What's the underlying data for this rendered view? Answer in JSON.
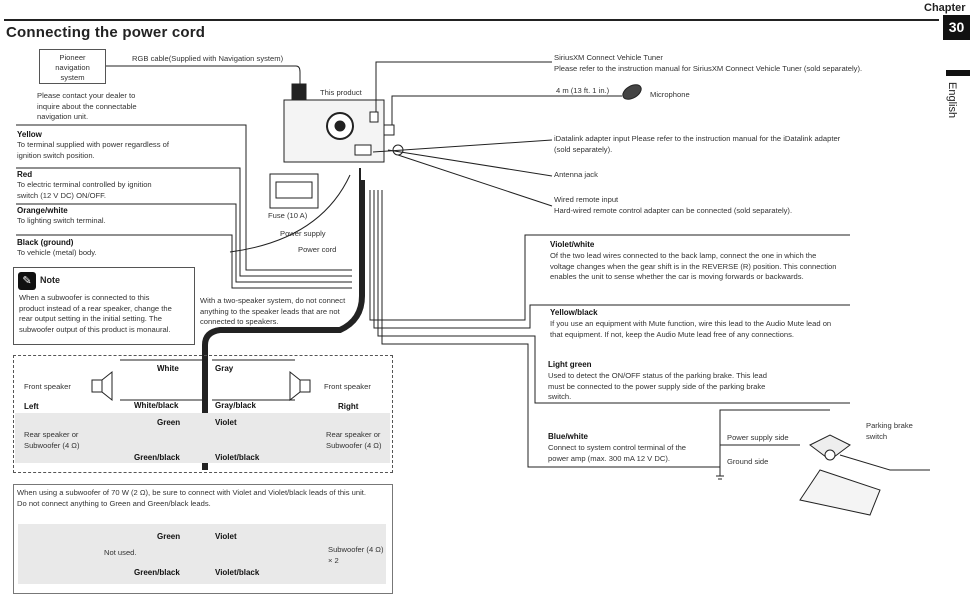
{
  "header": {
    "title": "Connecting the power cord",
    "chapter_label": "Chapter",
    "chapter_number": "30",
    "language": "English"
  },
  "nav_system": {
    "box_label": "Pioneer\nnavigation\nsystem",
    "cable_label": "RGB cable(Supplied with Navigation system)",
    "dealer_note": "Please contact your dealer to\ninquire about the connectable\nnavigation unit."
  },
  "product": {
    "this_product": "This product",
    "fuse": "Fuse (10 A)",
    "power_supply": "Power supply",
    "power_cord": "Power cord"
  },
  "left_leads": [
    {
      "name": "Yellow",
      "desc": "To terminal supplied with power regardless of\nignition switch position."
    },
    {
      "name": "Red",
      "desc": "To electric terminal controlled by ignition\nswitch (12 V DC) ON/OFF."
    },
    {
      "name": "Orange/white",
      "desc": "To lighting switch terminal."
    },
    {
      "name": "Black (ground)",
      "desc": "To vehicle (metal) body."
    }
  ],
  "note": {
    "title": "Note",
    "text": "When a subwoofer is connected to this\nproduct instead of a rear speaker, change the\nrear output setting in the initial setting. The\nsubwoofer output of this product is monaural."
  },
  "two_speaker_note": "With a two-speaker system, do not connect\nanything to the speaker leads that are not\nconnected to speakers.",
  "top_right": {
    "siriusxm_title": "SiriusXM Connect Vehicle Tuner",
    "siriusxm_desc": "Please refer to the instruction manual for SiriusXM Connect Vehicle Tuner (sold separately).",
    "mic_length": "4 m (13 ft. 1 in.)",
    "microphone": "Microphone",
    "idatalink": "iDatalink adapter input Please refer to the instruction manual for the iDatalink adapter\n(sold separately).",
    "antenna": "Antenna jack",
    "wired_remote_title": "Wired remote input",
    "wired_remote_desc": "Hard-wired remote control adapter can be connected (sold separately)."
  },
  "right_leads": [
    {
      "name": "Violet/white",
      "desc": "Of the two lead wires connected to the back lamp, connect the one in which the\nvoltage changes when the gear shift is in the REVERSE (R) position. This connection\nenables the unit to sense whether the car is moving forwards or backwards."
    },
    {
      "name": "Yellow/black",
      "desc": "If you use an equipment with Mute function, wire this lead to the Audio Mute lead on\nthat equipment. If not, keep the Audio Mute lead free of any connections."
    },
    {
      "name": "Light green",
      "desc": "Used to detect the ON/OFF status of the parking brake. This lead\nmust be connected to the power supply side of the parking brake\nswitch."
    },
    {
      "name": "Blue/white",
      "desc": "Connect to system control terminal of the\npower amp (max. 300 mA 12 V DC)."
    }
  ],
  "parking": {
    "power_supply_side": "Power supply side",
    "ground_side": "Ground side",
    "switch_label": "Parking brake\nswitch"
  },
  "speakers": {
    "white": "White",
    "gray": "Gray",
    "white_black": "White/black",
    "gray_black": "Gray/black",
    "green": "Green",
    "violet": "Violet",
    "green_black": "Green/black",
    "violet_black": "Violet/black",
    "front_speaker_left": "Front speaker",
    "front_speaker_right": "Front speaker",
    "left": "Left",
    "right": "Right",
    "rear_left": "Rear speaker or\nSubwoofer (4 Ω)",
    "rear_right": "Rear speaker or\nSubwoofer (4 Ω)"
  },
  "subwoofer": {
    "note": "When using a subwoofer of 70 W (2 Ω), be sure to connect with Violet and Violet/black leads of this unit.\nDo not connect anything to Green and Green/black leads.",
    "green": "Green",
    "violet": "Violet",
    "green_black": "Green/black",
    "violet_black": "Violet/black",
    "not_used": "Not used.",
    "label": "Subwoofer (4 Ω)\n× 2"
  }
}
